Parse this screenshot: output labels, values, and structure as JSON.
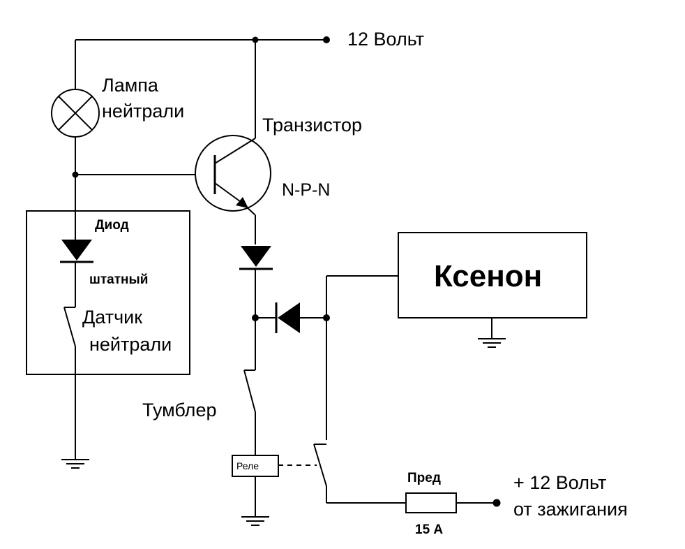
{
  "labels": {
    "supply": "12 Вольт",
    "lamp_1": "Лампа",
    "lamp_2": "нейтрали",
    "transistor": "Транзистор",
    "npn": "N-P-N",
    "diode_1": "Диод",
    "diode_2": "штатный",
    "sensor_1": "Датчик",
    "sensor_2": "нейтрали",
    "xenon": "Ксенон",
    "toggle": "Тумблер",
    "relay": "Реле",
    "fuse_top": "Пред",
    "fuse_bottom": "15 А",
    "ignition_1": "+ 12 Вольт",
    "ignition_2": "от зажигания"
  }
}
